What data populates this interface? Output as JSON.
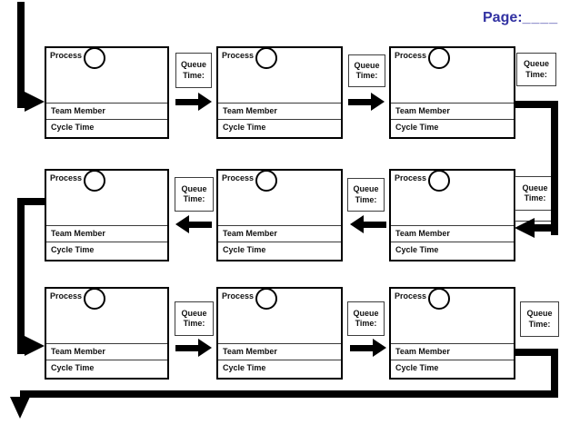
{
  "page_field": {
    "label": "Page:",
    "blank": "____"
  },
  "labels": {
    "process": "Process",
    "team_member": "Team Member",
    "cycle_time": "Cycle Time",
    "queue_time": "Queue\nTime:"
  },
  "colors": {
    "page_label": "#3232a2",
    "flow_line": "#000000",
    "box_border": "#000000",
    "background": "#ffffff"
  },
  "diagram": {
    "type": "serpentine-process-flow-worksheet",
    "rows": 3,
    "process_boxes_per_row": 3,
    "queue_boxes_per_row": 3,
    "row_flow_direction": [
      "left-to-right",
      "right-to-left",
      "left-to-right"
    ]
  }
}
